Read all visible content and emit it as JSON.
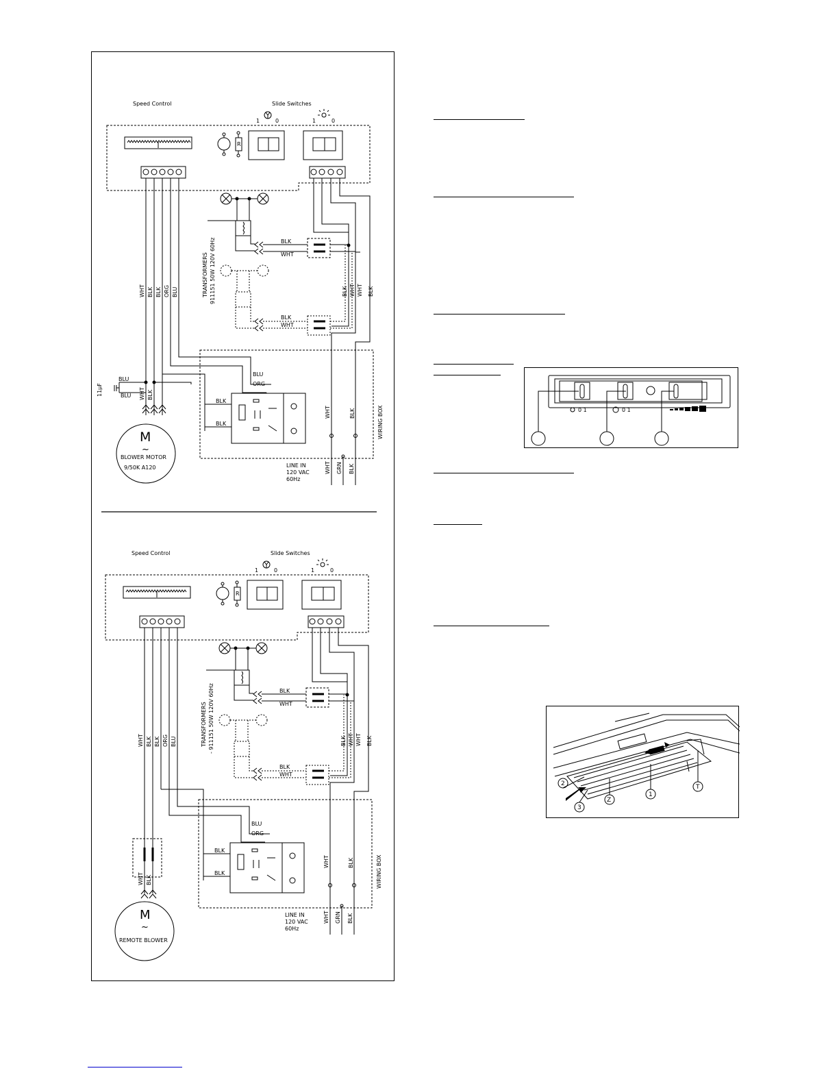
{
  "diagram_top": {
    "speed_control_label": "Speed Control",
    "slide_switches_label": "Slide Switches",
    "switch_fan_states": [
      "1",
      "0"
    ],
    "switch_light_states": [
      "1",
      "0"
    ],
    "transformer_label_1": "TRANSFORMERS",
    "transformer_label_2": "911151 50W 120V 60Hz",
    "wire_labels_left": [
      "WHT",
      "BLK",
      "BLK",
      "ORG",
      "BLU"
    ],
    "wire_labels_right": [
      "BLK",
      "WHT",
      "WHT",
      "BLK"
    ],
    "conn_labels": [
      "BLK",
      "WHT",
      "BLK",
      "WHT"
    ],
    "relay_labels": [
      "BLU",
      "ORG",
      "BLK",
      "BLK"
    ],
    "motor_wire_labels": [
      "BLU",
      "BLU",
      "WHT",
      "BLK"
    ],
    "capacitor_label": "11µF",
    "wiring_box_label": "WIRING BOX",
    "box_wire_labels": [
      "WHT",
      "BLK"
    ],
    "motor_symbol": "M",
    "motor_tilde": "~",
    "motor_name": "BLOWER MOTOR",
    "motor_model": "9/50K A120",
    "line_in": [
      "LINE IN",
      "120 VAC",
      "60Hz"
    ],
    "line_wires": [
      "WHT",
      "GRN",
      "BLK"
    ],
    "resistor": "R"
  },
  "diagram_bottom": {
    "speed_control_label": "Speed Control",
    "slide_switches_label": "Slide Switches",
    "switch_fan_states": [
      "1",
      "0"
    ],
    "switch_light_states": [
      "1",
      "0"
    ],
    "transformer_label_1": "TRANSFORMERS",
    "transformer_label_2": "- 911151 50W 120V 60Hz",
    "wire_labels_left": [
      "WHT",
      "BLK",
      "BLK",
      "ORG",
      "BLU"
    ],
    "wire_labels_right": [
      "BLK",
      "WHT",
      "WHT",
      "BLK"
    ],
    "conn_labels": [
      "BLK",
      "WHT",
      "BLK",
      "WHT"
    ],
    "relay_labels": [
      "BLU",
      "ORG",
      "BLK",
      "BLK"
    ],
    "motor_wire_labels": [
      "WHT",
      "BLK"
    ],
    "wiring_box_label": "WIRING BOX",
    "box_wire_labels": [
      "WHT",
      "BLK"
    ],
    "motor_symbol": "M",
    "motor_tilde": "~",
    "motor_name": "REMOTE BLOWER",
    "line_in": [
      "LINE IN",
      "120 VAC",
      "60Hz"
    ],
    "line_wires": [
      "WHT",
      "GRN",
      "BLK"
    ],
    "resistor": "R"
  },
  "control_panel_figure": {
    "light_states": "0 1",
    "fan_states": "0 1"
  },
  "filter_figure": {
    "callouts": [
      "2",
      "3",
      "Z",
      "1",
      "T"
    ]
  }
}
